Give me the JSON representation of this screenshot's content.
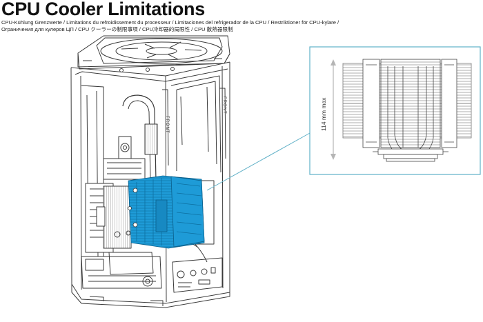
{
  "title": "CPU Cooler Limitations",
  "subtitle_lines": [
    "CPU-Kühlung Grenzwerte / Limitations du refroidissement du processeur / Limitaciones del refrigerador de la CPU / Restriktioner för CPU-kylare /",
    "Ограничения для кулеров ЦП / CPU クーラーの制限事項 / CPU冷却器的局限性 / CPU 散熱器限制"
  ],
  "case_labels": {
    "front_upper": "FRONT",
    "front_side": "FRONT"
  },
  "dimension": {
    "label": "114 mm max",
    "value": 114,
    "unit": "mm"
  },
  "colors": {
    "highlight": "#1e9bd7",
    "callout": "#5fb0c7",
    "line": "#3a3a3a",
    "arrow": "#b5b5b5"
  }
}
